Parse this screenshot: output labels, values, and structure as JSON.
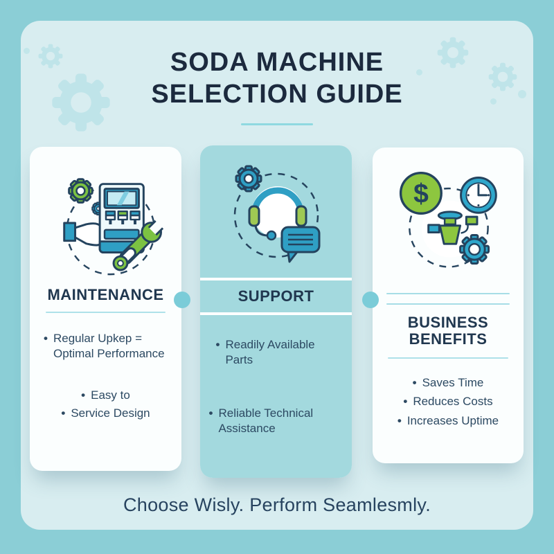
{
  "header": {
    "title_line1": "SODA MACHINE",
    "title_line2": "SELECTION GUIDE"
  },
  "cards": [
    {
      "title": "MAINTENANCE",
      "icon": "vending-machine-wrench-icon",
      "bullets": [
        "Regular Upkep = Optimal Performance",
        "Easy to",
        "Service Design"
      ]
    },
    {
      "title": "SUPPORT",
      "icon": "headset-chat-icon",
      "bullets": [
        "Readily Available Parts",
        "Reliable Technical Assistance"
      ]
    },
    {
      "title": "BUSINESS BENEFITS",
      "icon": "dollar-clock-dispenser-gear-icon",
      "bullets": [
        "Saves Time",
        "Reduces Costs",
        "Increases Uptime"
      ]
    }
  ],
  "footer": {
    "tagline": "Choose Wisly. Perform Seamlesmly."
  },
  "colors": {
    "outer_background": "#8bced6",
    "panel_background": "#d8edf0",
    "card_background": "#fbfefe",
    "support_card_teal": "#a3d9de",
    "heading_navy": "#1c2a3e",
    "body_navy": "#2c4962",
    "accent_underline": "#8fd9e0",
    "connector_dot": "#7bccd8",
    "icon_teal": "#2f9fc4",
    "icon_green": "#7cc242",
    "icon_outline_navy": "#24435e"
  }
}
